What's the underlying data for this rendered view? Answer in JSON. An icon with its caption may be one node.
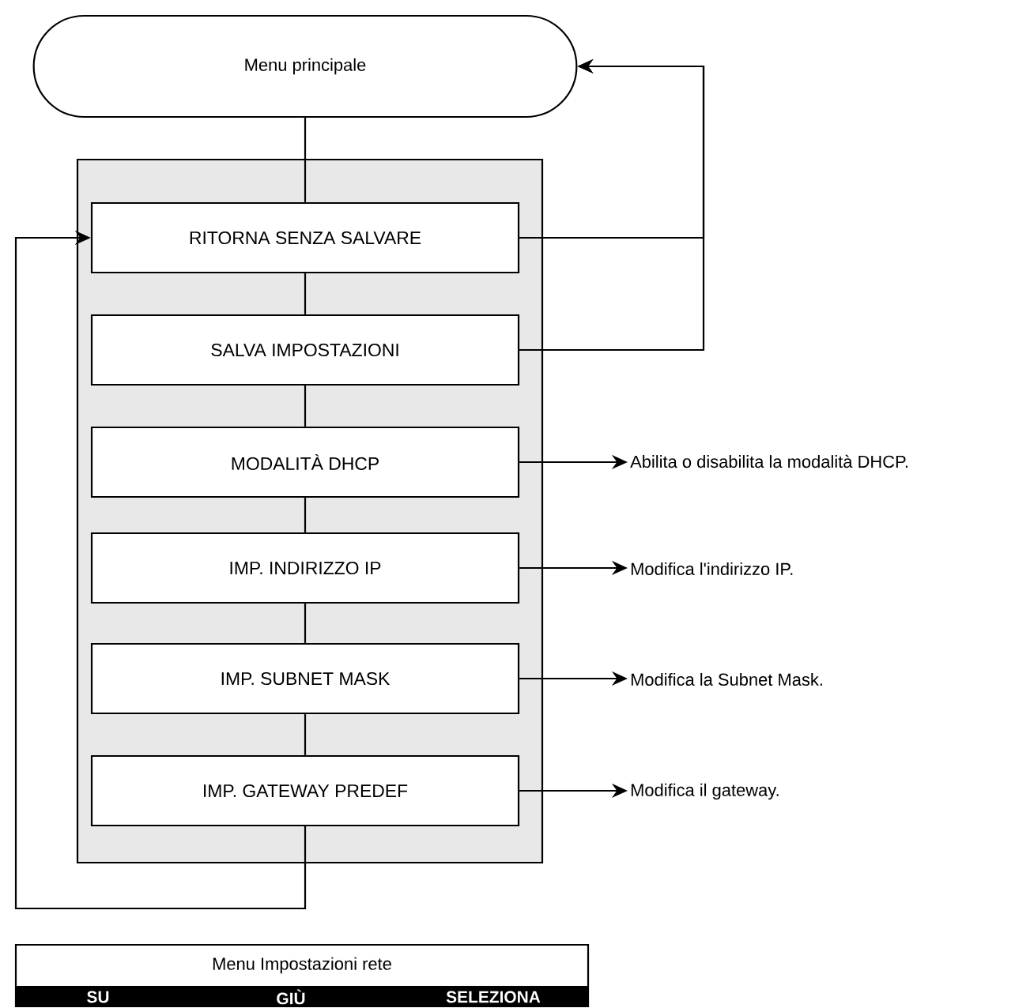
{
  "diagram": {
    "nodes": [
      {
        "text": [
          "Menu principale"
        ]
      },
      {
        "text": [],
        "shape": "box"
      },
      {
        "text": [
          "RITORNA SENZA SALVARE"
        ],
        "in": 1
      },
      {
        "text": [
          "SALVA IMPOSTAZIONI"
        ],
        "in": 1
      },
      {
        "text": [
          "MODALITÀ DHCP"
        ],
        "in": 1
      },
      {
        "text": [
          "IMP. INDIRIZZO IP"
        ],
        "in": 1
      },
      {
        "text": [
          "IMP. SUBNET MASK"
        ],
        "in": 1
      },
      {
        "text": [
          "IMP. GATEWAY PREDEF"
        ],
        "in": 1
      },
      {
        "text": [
          "Abilita o disabilita la modalità DHCP."
        ]
      },
      {
        "text": [
          "Modifica l'indirizzo IP."
        ]
      },
      {
        "text": [
          "Modifica la Subnet Mask."
        ]
      },
      {
        "text": [
          "Modifica il gateway."
        ]
      },
      {
        "text": [
          "Menu Impostazioni rete",
          "SU",
          "GIÙ",
          "SELEZIONA"
        ]
      }
    ],
    "edges": [
      {
        "from": 0,
        "to": 2,
        "arrow": "none"
      },
      {
        "from": 2,
        "to": 3,
        "arrow": "none"
      },
      {
        "from": 3,
        "to": 4,
        "arrow": "none"
      },
      {
        "from": 4,
        "to": 5,
        "arrow": "none"
      },
      {
        "from": 5,
        "to": 6,
        "arrow": "none"
      },
      {
        "from": 6,
        "to": 7,
        "arrow": "none"
      },
      {
        "from": 2,
        "to": 0,
        "arrow": "to"
      },
      {
        "from": 3,
        "to": 0,
        "arrow": "to"
      },
      {
        "from": 7,
        "to": 2,
        "arrow": "to"
      },
      {
        "from": 4,
        "to": 8,
        "arrow": "to"
      },
      {
        "from": 5,
        "to": 9,
        "arrow": "to"
      },
      {
        "from": 6,
        "to": 10,
        "arrow": "to"
      },
      {
        "from": 7,
        "to": 11,
        "arrow": "to"
      }
    ]
  }
}
